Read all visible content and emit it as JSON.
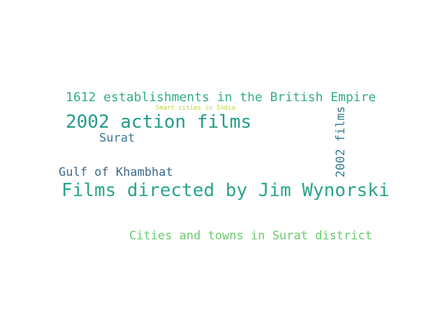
{
  "words": [
    {
      "text": "Films directed by Jim Wynorski",
      "color": "#2aa58c"
    },
    {
      "text": "2002 action films",
      "color": "#229a8a"
    },
    {
      "text": "1612 establishments in the British Empire",
      "color": "#34ae86"
    },
    {
      "text": "Cities and towns in Surat district",
      "color": "#6acb6c"
    },
    {
      "text": "2002 films",
      "color": "#3a7b8e"
    },
    {
      "text": "Gulf of Khambhat",
      "color": "#3b6a8c"
    },
    {
      "text": "Surat",
      "color": "#3a7a8e"
    },
    {
      "text": "Smart cities in India",
      "color": "#bcd63a"
    }
  ]
}
